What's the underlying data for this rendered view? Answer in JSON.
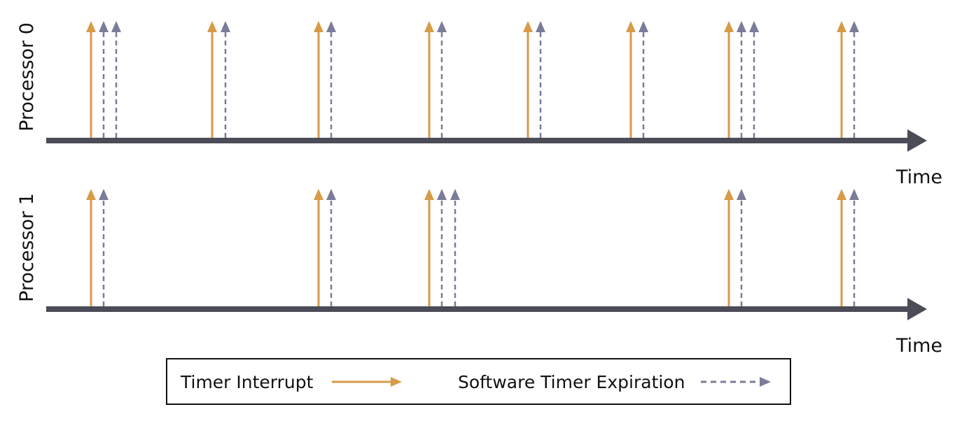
{
  "colors": {
    "timer_interrupt": "#d79b47",
    "software_timer": "#7a7c99",
    "axis": "#4b4c57",
    "legend_border": "#111111",
    "background": "#ffffff"
  },
  "timelines": [
    {
      "label": "Processor 0",
      "axis_label": "Time",
      "timer_interrupts": [
        130,
        303,
        455,
        613,
        754,
        901,
        1041,
        1202
      ],
      "software_timer_expirations": [
        148,
        166,
        322,
        473,
        631,
        772,
        919,
        1059,
        1077,
        1220
      ]
    },
    {
      "label": "Processor 1",
      "axis_label": "Time",
      "timer_interrupts": [
        130,
        455,
        613,
        1041,
        1202
      ],
      "software_timer_expirations": [
        148,
        473,
        631,
        650,
        1059,
        1220
      ]
    }
  ],
  "legend": {
    "timer_interrupt_label": "Timer Interrupt",
    "software_timer_label": "Software Timer Expiration"
  }
}
